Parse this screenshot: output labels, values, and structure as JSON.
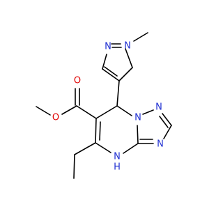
{
  "molecule": {
    "colors": {
      "bond": "#000000",
      "nitrogen": "#1f2fd1",
      "oxygen": "#e00000"
    },
    "labels": {
      "n_pyrazole_top": "N",
      "n_pyrazole_methyl": "N",
      "o_carbonyl": "O",
      "o_ester": "O",
      "n_triazole_1": "N",
      "n_triazole_2": "N",
      "n_triazole_3": "N",
      "nh": "N",
      "h": "H"
    }
  }
}
